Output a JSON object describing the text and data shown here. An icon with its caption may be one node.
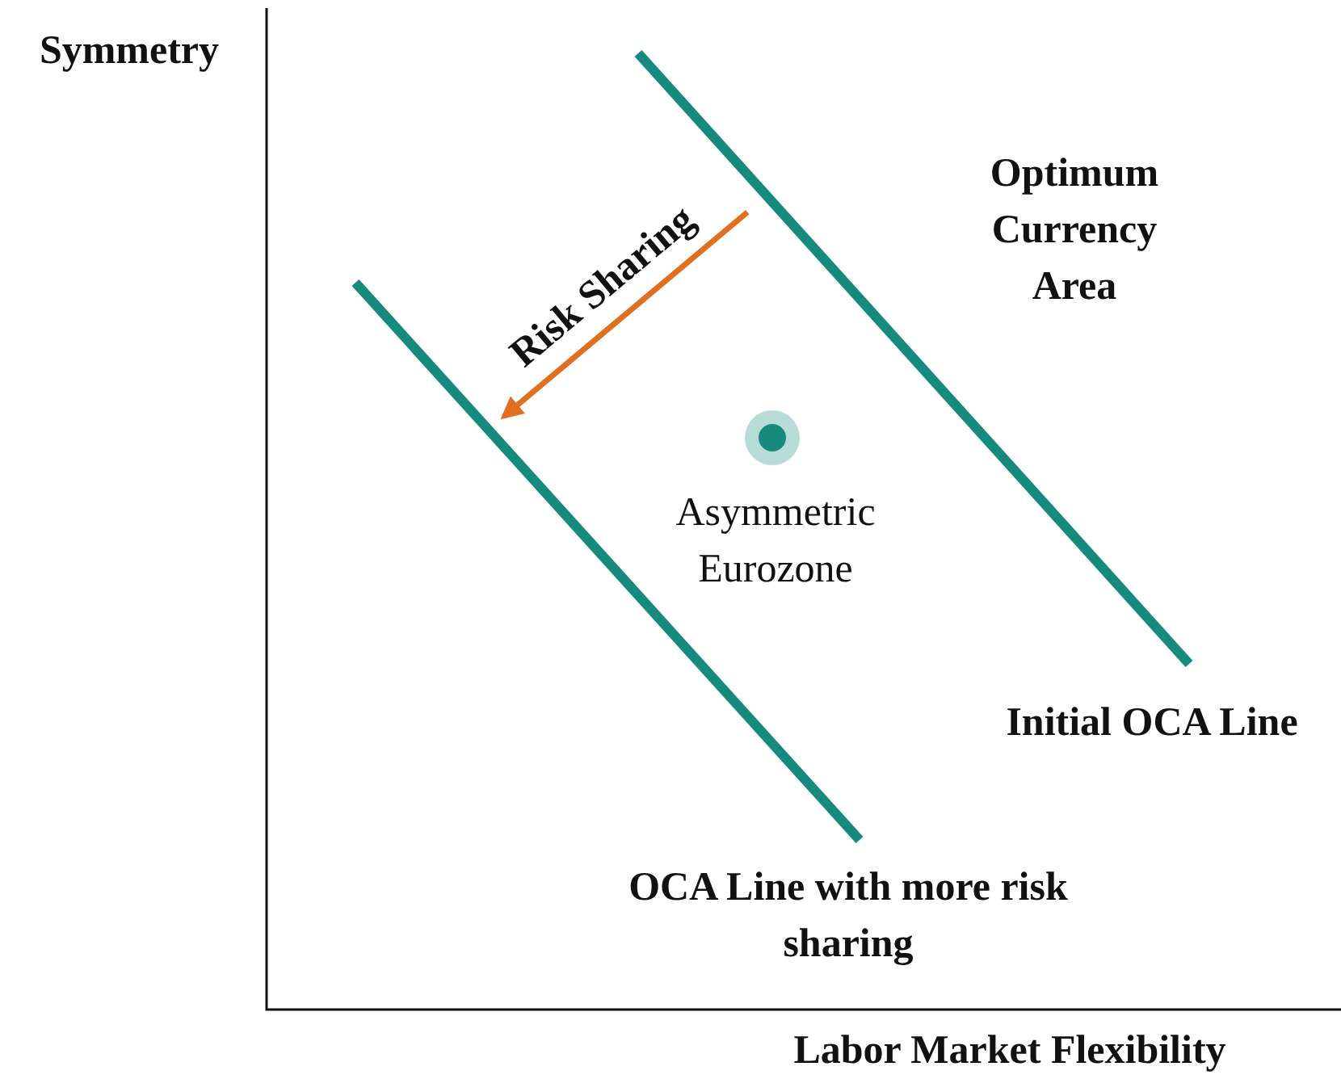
{
  "diagram": {
    "nodes": [
      {
        "text": [],
        "shape": "line",
        "beside": [
          "Initial OCA Line"
        ]
      },
      {
        "text": [],
        "shape": "line",
        "beside": [
          "OCA Line with more risk sharing"
        ]
      }
    ],
    "edges": [
      {
        "from": 0,
        "to": 1,
        "arrow": "to",
        "label": "Risk Sharing",
        "color": "#e07020"
      }
    ],
    "labels": [
      "Symmetry",
      "Optimum Currency Area",
      "Asymmetric Eurozone",
      "Labor Market Flexibility"
    ]
  }
}
